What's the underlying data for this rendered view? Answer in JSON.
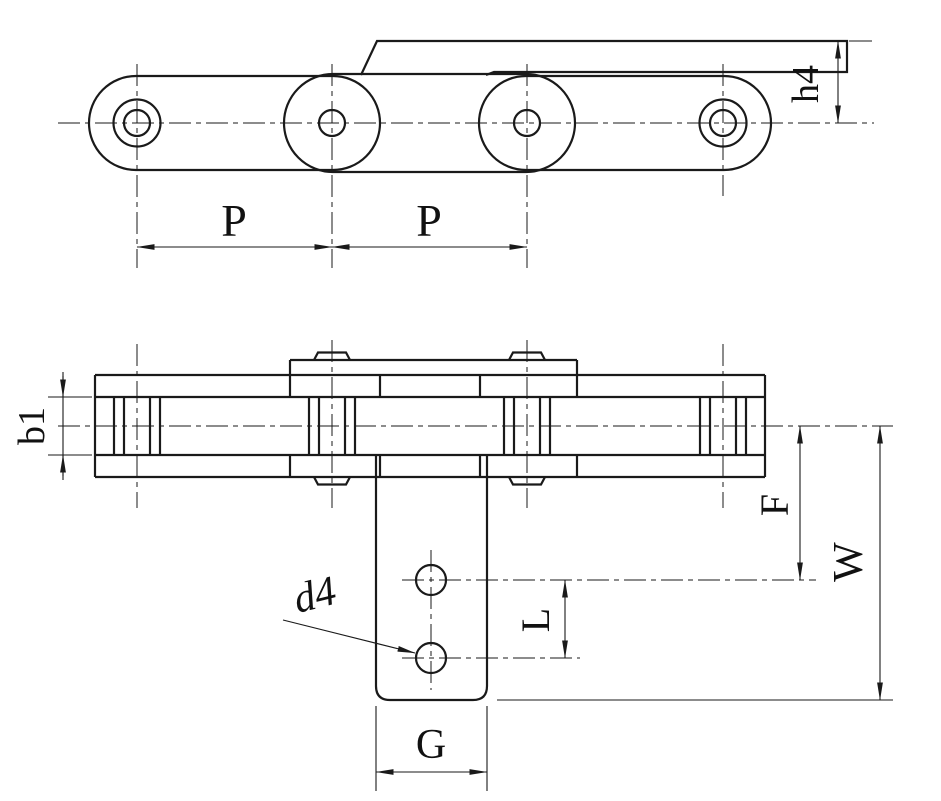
{
  "side_view": {
    "labels": {
      "pitch_left": "P",
      "pitch_right": "P",
      "attachment_height": "h4"
    }
  },
  "front_view": {
    "labels": {
      "inner_width": "b1",
      "hole_diameter": "d4",
      "hole_pitch": "L",
      "hole_offset": "F",
      "attachment_depth": "W",
      "attachment_width": "G"
    }
  },
  "colors": {
    "line": "#1a1a1a",
    "background": "#ffffff"
  }
}
